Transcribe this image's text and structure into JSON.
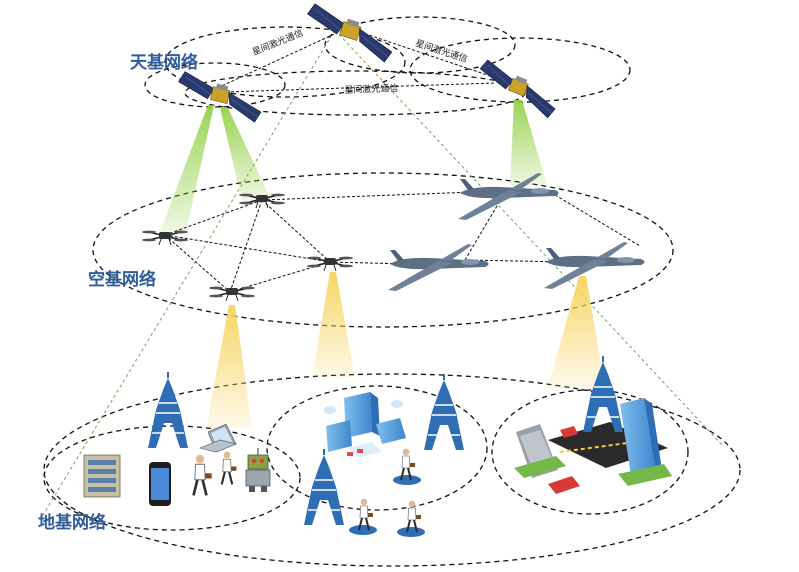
{
  "layers": {
    "space": "天基网络",
    "air": "空基网络",
    "ground": "地基网络"
  },
  "links": {
    "sat_link_left": "星间激光通信",
    "sat_link_right": "星间激光通信",
    "sat_link_bottom": "星间激光通信"
  },
  "colors": {
    "layer_label": "#2e5d9a",
    "green_beam": "#8fcf3f",
    "yellow_beam": "#f7d25a",
    "satellite_panel": "#2a3a6e",
    "uav_body": "#5d6f84",
    "tower_blue": "#2f6db5",
    "building_blue": "#5ba3e0"
  },
  "icons": {
    "satellite": "satellite-icon",
    "drone": "quadcopter-drone-icon",
    "uav": "fixed-wing-uav-icon",
    "tower": "cell-tower-icon",
    "person": "person-walking-icon",
    "robot": "robot-icon",
    "laptop": "laptop-icon",
    "phone": "smartphone-icon",
    "building": "building-icon",
    "city": "city-blocks-icon"
  }
}
